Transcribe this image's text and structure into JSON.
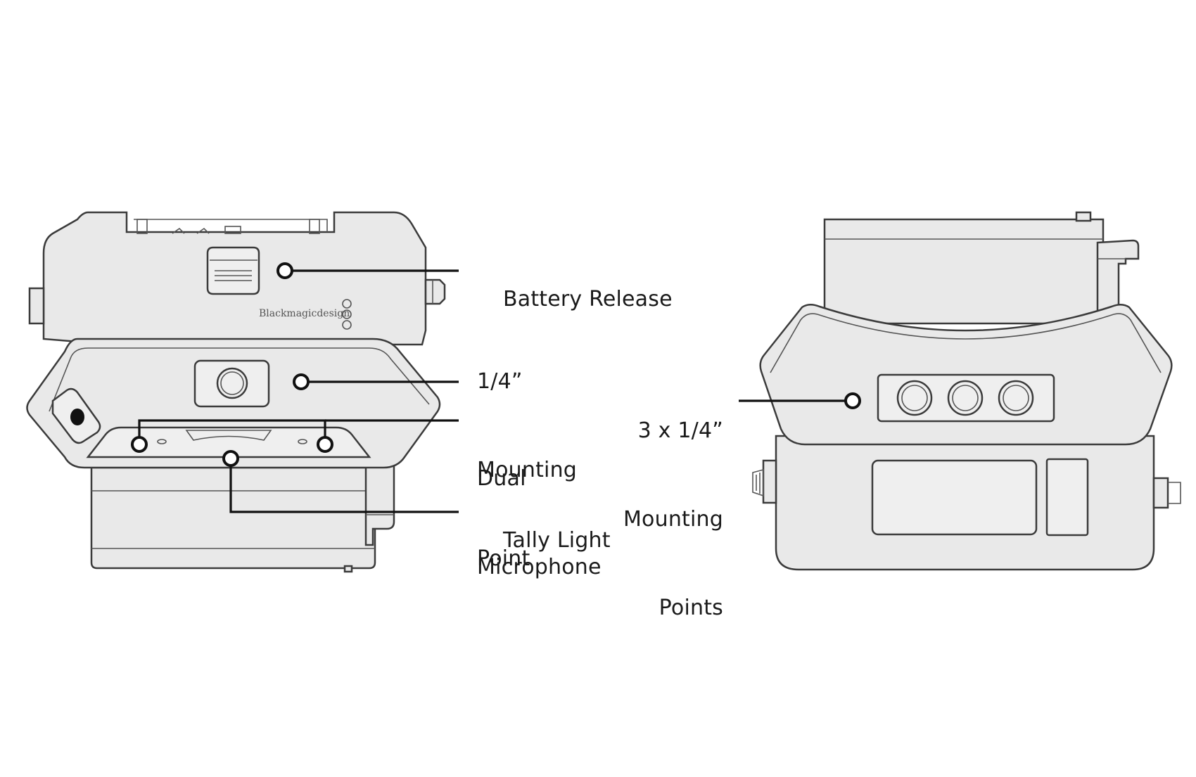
{
  "labels": {
    "battery_release": "Battery Release",
    "quarter_mount_line1": "1/4”",
    "quarter_mount_line2": "Mounting",
    "quarter_mount_line3": "Point",
    "dual_mic_line1": "Dual",
    "dual_mic_line2": "Microphone",
    "tally_light": "Tally Light",
    "three_mount_line1": "3 x 1/4”",
    "three_mount_line2": "Mounting",
    "three_mount_line3": "Points"
  },
  "logo_text": "Blackmagicdesign",
  "colors": {
    "body_fill": "#e9e9e9",
    "outline": "#3b3b3b",
    "leader": "#111111",
    "background": "#ffffff"
  }
}
